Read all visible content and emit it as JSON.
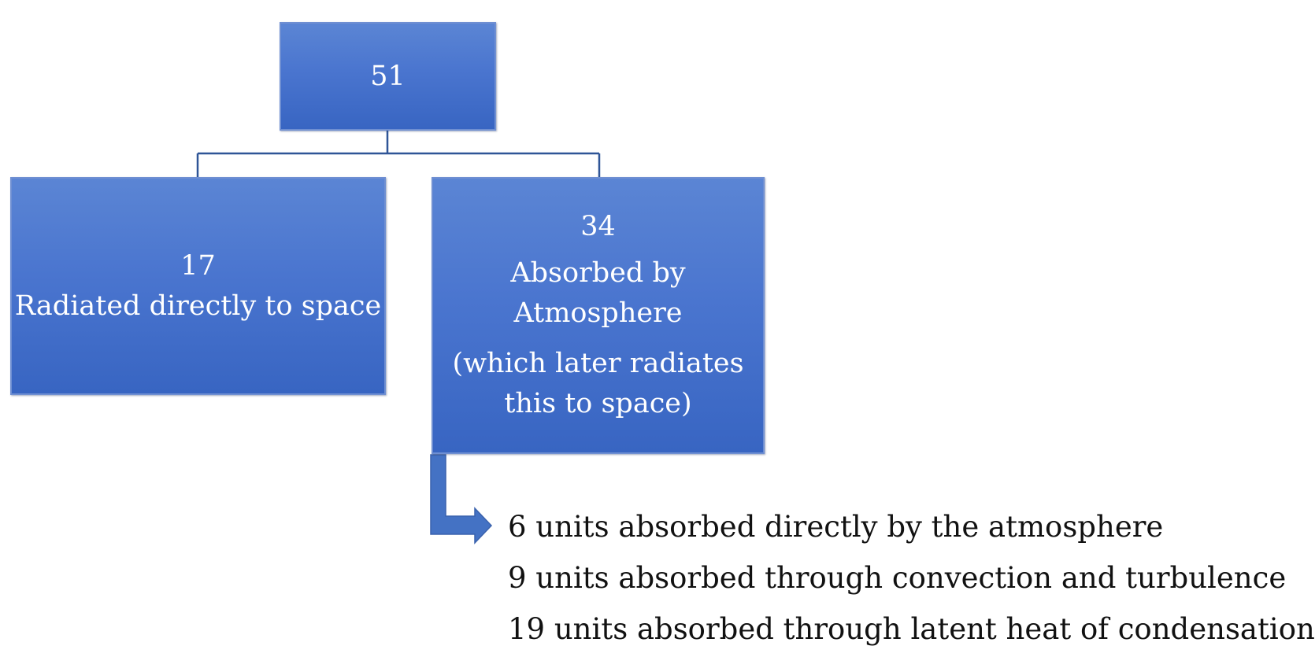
{
  "root": {
    "value": "51"
  },
  "left": {
    "value": "17",
    "label": "Radiated directly to space"
  },
  "right": {
    "value": "34",
    "label_line1": "Absorbed by",
    "label_line2": "Atmosphere",
    "note_line1": "(which later radiates",
    "note_line2": "this to space)"
  },
  "breakdown": [
    "6 units absorbed directly by the atmosphere",
    "9 units absorbed through convection and turbulence",
    "19 units absorbed through latent heat of condensation"
  ],
  "colors": {
    "node_fill": "#4472c4",
    "connector": "#2f5597",
    "arrow_fill": "#4472c4"
  }
}
